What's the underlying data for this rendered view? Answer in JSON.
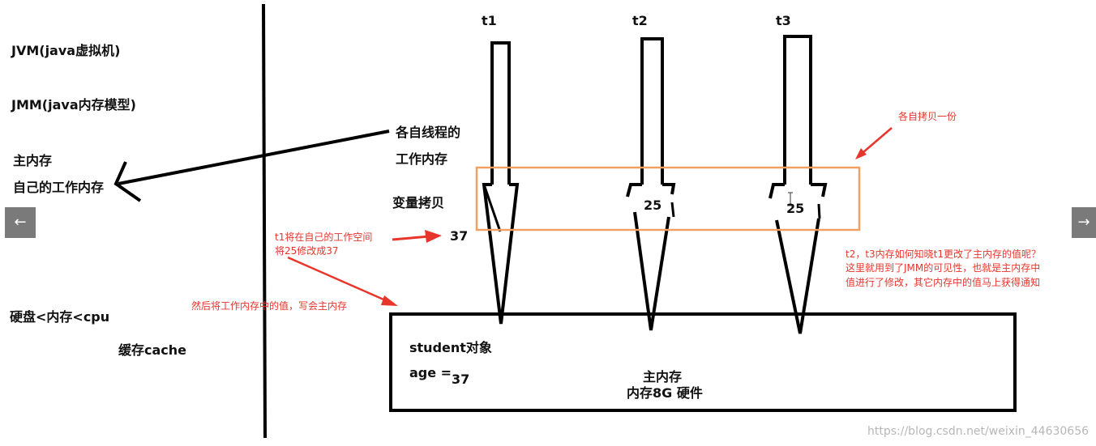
{
  "left_panel": {
    "jvm": "JVM(java虚拟机)",
    "jmm": "JMM(java内存模型)",
    "main_memory": "主内存",
    "own_working_memory": "自己的工作内存",
    "hierarchy": "硬盘<内存<cpu",
    "cache": "缓存cache"
  },
  "threads": {
    "t1": "t1",
    "t2": "t2",
    "t3": "t3"
  },
  "mid_labels": {
    "each_thread_line1": "各自线程的",
    "each_thread_line2": "工作内存",
    "var_copy": "变量拷贝",
    "value_37": "37"
  },
  "copies": {
    "t2_value": "25",
    "t3_value": "25"
  },
  "main_box": {
    "object": "student对象",
    "age_label": "age =",
    "age_value": "37",
    "title": "主内存",
    "subtitle": "内存8G 硬件"
  },
  "annotations": {
    "each_copy": "各自拷贝一份",
    "t1_modify_line1": "t1将在自己的工作空间",
    "t1_modify_line2": "将25修改成37",
    "write_back": "然后将工作内存中的值，写会主内存",
    "visibility_line1": "t2，t3内存如何知晓t1更改了主内存的值呢？",
    "visibility_line2": "这里就用到了JMM的可见性，也就是主内存中",
    "visibility_line3": "值进行了修改，其它内存中的值马上获得通知"
  },
  "nav": {
    "prev": "←",
    "next": "→"
  },
  "watermark": "https://blog.csdn.net/weixin_44630656",
  "colors": {
    "annotation_red": "#e8352c",
    "highlight_orange": "#f0a060",
    "nav_gray": "#7a7a7a"
  }
}
